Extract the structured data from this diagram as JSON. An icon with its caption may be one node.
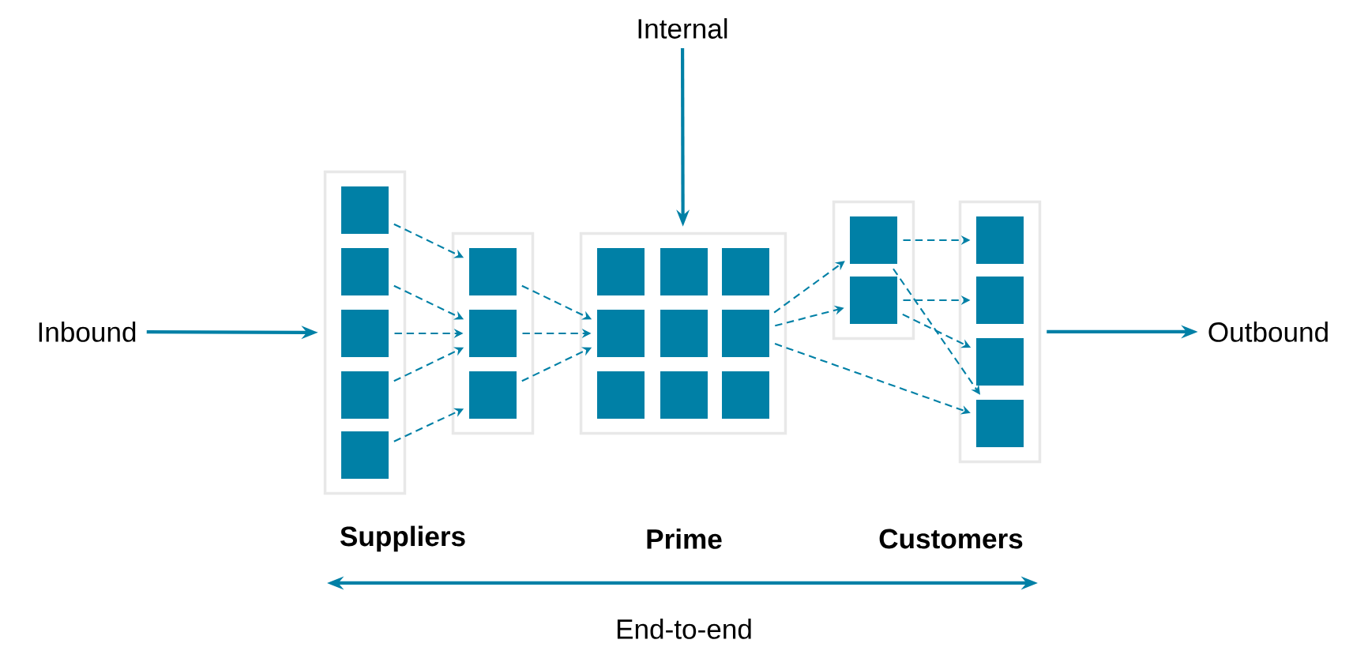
{
  "diagram": {
    "nodes": [
      {
        "text": [
          "Internal"
        ]
      },
      {
        "text": [
          "Inbound"
        ]
      },
      {
        "text": [],
        "shape": "box"
      },
      {
        "text": [],
        "shape": "box",
        "in": 2
      },
      {
        "text": [],
        "shape": "box",
        "in": 2
      },
      {
        "text": [],
        "shape": "box",
        "in": 2
      },
      {
        "text": [],
        "shape": "box",
        "in": 2
      },
      {
        "text": [],
        "shape": "box",
        "in": 2
      },
      {
        "text": [],
        "shape": "box"
      },
      {
        "text": [],
        "shape": "box",
        "in": 8
      },
      {
        "text": [],
        "shape": "box",
        "in": 8
      },
      {
        "text": [],
        "shape": "box",
        "in": 8
      },
      {
        "text": [],
        "shape": "box"
      },
      {
        "text": [],
        "shape": "box",
        "in": 12
      },
      {
        "text": [],
        "shape": "box",
        "in": 12
      },
      {
        "text": [],
        "shape": "box",
        "in": 12
      },
      {
        "text": [],
        "shape": "box",
        "in": 12
      },
      {
        "text": [],
        "shape": "box",
        "in": 12
      },
      {
        "text": [],
        "shape": "box",
        "in": 12
      },
      {
        "text": [],
        "shape": "box",
        "in": 12
      },
      {
        "text": [],
        "shape": "box",
        "in": 12
      },
      {
        "text": [],
        "shape": "box",
        "in": 12
      },
      {
        "text": [],
        "shape": "box"
      },
      {
        "text": [],
        "shape": "box",
        "in": 22
      },
      {
        "text": [],
        "shape": "box",
        "in": 22
      },
      {
        "text": [],
        "shape": "box"
      },
      {
        "text": [],
        "shape": "box",
        "in": 25
      },
      {
        "text": [],
        "shape": "box",
        "in": 25
      },
      {
        "text": [],
        "shape": "box",
        "in": 25
      },
      {
        "text": [],
        "shape": "box",
        "in": 25
      },
      {
        "text": [
          "Outbound"
        ]
      }
    ],
    "edges": [
      {
        "from": 1,
        "to": 2,
        "arrow": "to"
      },
      {
        "from": 0,
        "to": 12,
        "arrow": "to"
      },
      {
        "from": 25,
        "to": 30,
        "arrow": "to"
      },
      {
        "from": 3,
        "to": 9,
        "arrow": "to",
        "style": "dashed"
      },
      {
        "from": 4,
        "to": 10,
        "arrow": "to",
        "style": "dashed"
      },
      {
        "from": 5,
        "to": 10,
        "arrow": "to",
        "style": "dashed"
      },
      {
        "from": 6,
        "to": 10,
        "arrow": "to",
        "style": "dashed"
      },
      {
        "from": 7,
        "to": 11,
        "arrow": "to",
        "style": "dashed"
      },
      {
        "from": 9,
        "to": 16,
        "arrow": "to",
        "style": "dashed"
      },
      {
        "from": 10,
        "to": 16,
        "arrow": "to",
        "style": "dashed"
      },
      {
        "from": 11,
        "to": 16,
        "arrow": "to",
        "style": "dashed"
      },
      {
        "from": 18,
        "to": 23,
        "arrow": "to",
        "style": "dashed"
      },
      {
        "from": 18,
        "to": 24,
        "arrow": "to",
        "style": "dashed"
      },
      {
        "from": 18,
        "to": 29,
        "arrow": "to",
        "style": "dashed"
      },
      {
        "from": 23,
        "to": 26,
        "arrow": "to",
        "style": "dashed"
      },
      {
        "from": 23,
        "to": 29,
        "arrow": "to",
        "style": "dashed"
      },
      {
        "from": 24,
        "to": 27,
        "arrow": "to",
        "style": "dashed"
      },
      {
        "from": 24,
        "to": 28,
        "arrow": "to",
        "style": "dashed"
      }
    ],
    "labels": [
      "Suppliers",
      "Prime",
      "Customers",
      "End-to-end"
    ]
  }
}
